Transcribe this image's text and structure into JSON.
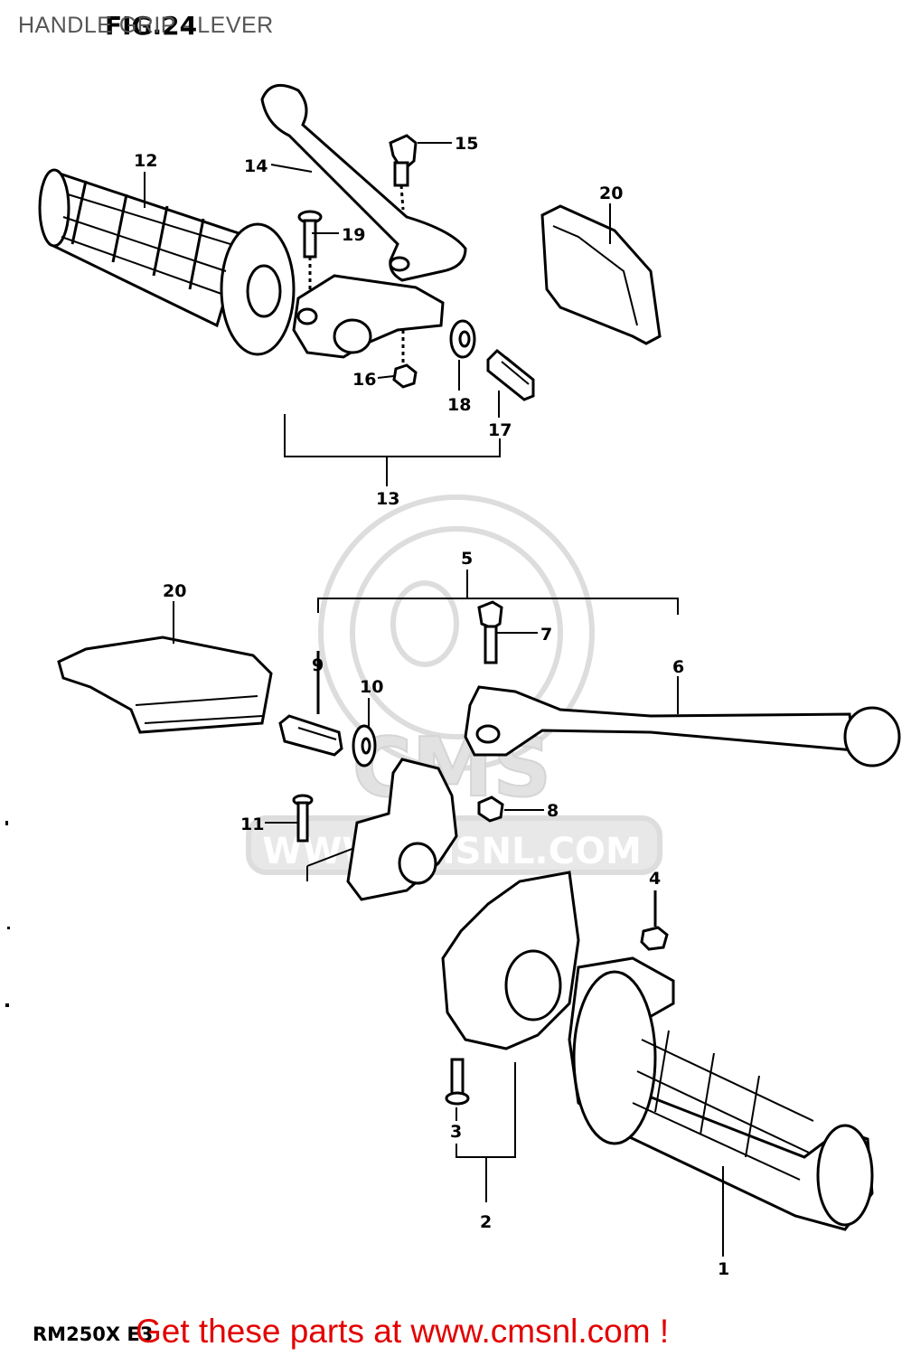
{
  "diagram": {
    "title": "HANDLE GRIP - LEVER",
    "fig_label": "FIG.24",
    "model_code": "RM250X E3",
    "callouts": {
      "c1": "1",
      "c2": "2",
      "c3": "3",
      "c4": "4",
      "c5": "5",
      "c6": "6",
      "c7": "7",
      "c8": "8",
      "c9": "9",
      "c10": "10",
      "c11": "11",
      "c12": "12",
      "c13": "13",
      "c14": "14",
      "c15": "15",
      "c16": "16",
      "c17": "17",
      "c18": "18",
      "c19": "19",
      "c20a": "20",
      "c20b": "20"
    }
  },
  "watermark": {
    "brand": "CMS",
    "url": "WWW.CMSNL.COM"
  },
  "footer": {
    "link_text": "Get these parts at www.cmsnl.com !"
  },
  "colors": {
    "link": "#e20000",
    "line": "#000000",
    "watermark": "#d9d9d9"
  }
}
